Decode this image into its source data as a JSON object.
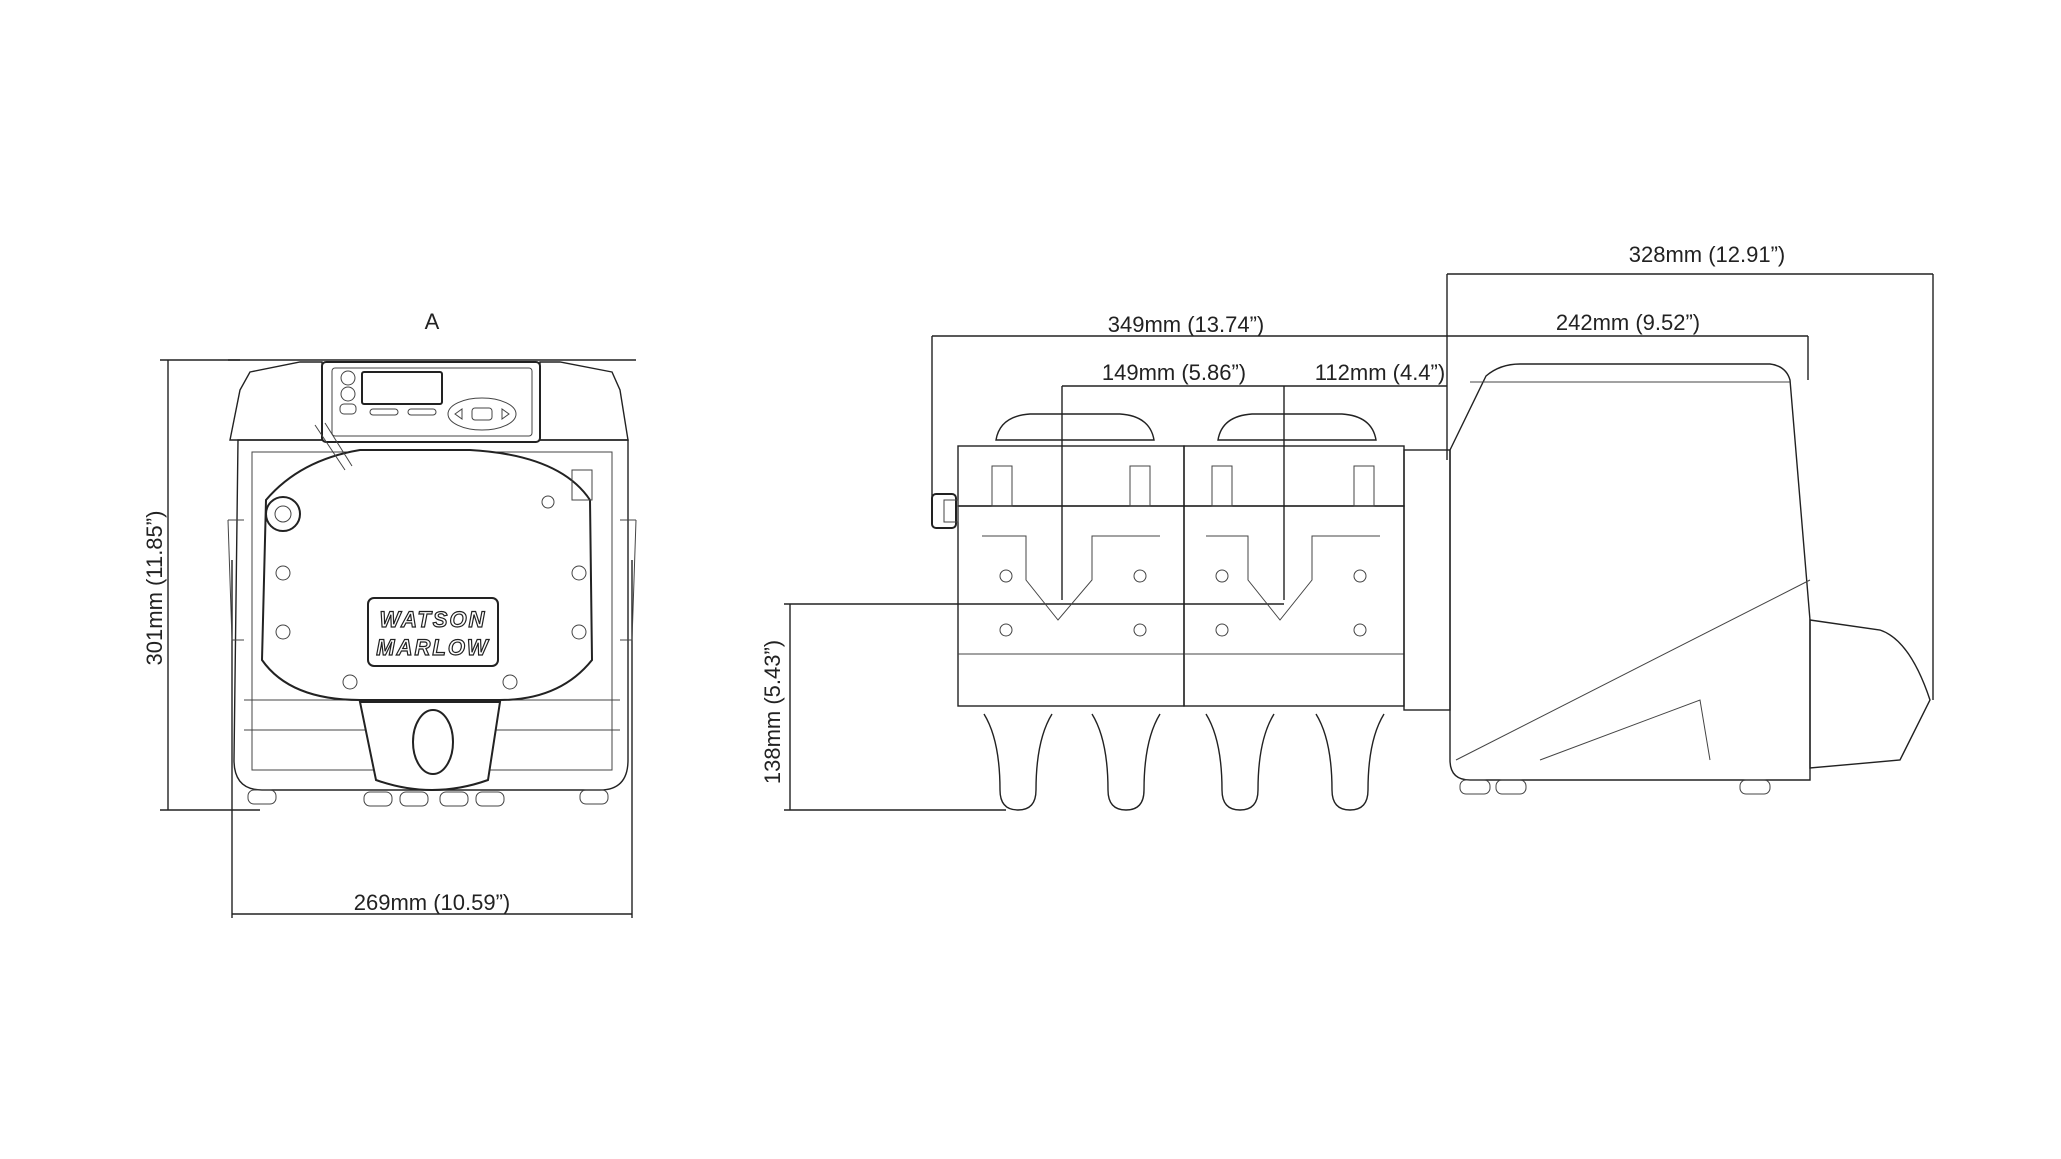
{
  "front_view": {
    "label_a": "A",
    "height_dim": "301mm (11.85”)",
    "width_dim": "269mm (10.59”)",
    "logo_line1": "WATSON",
    "logo_line2": "MARLOW"
  },
  "side_view": {
    "overall_depth_dim": "328mm (12.91”)",
    "overall_length_dim": "349mm (13.74”)",
    "drive_depth_dim": "242mm (9.52”)",
    "head_spacing_dim": "149mm (5.86”)",
    "head_offset_dim": "112mm (4.4”)",
    "tube_height_dim": "138mm (5.43”)"
  }
}
